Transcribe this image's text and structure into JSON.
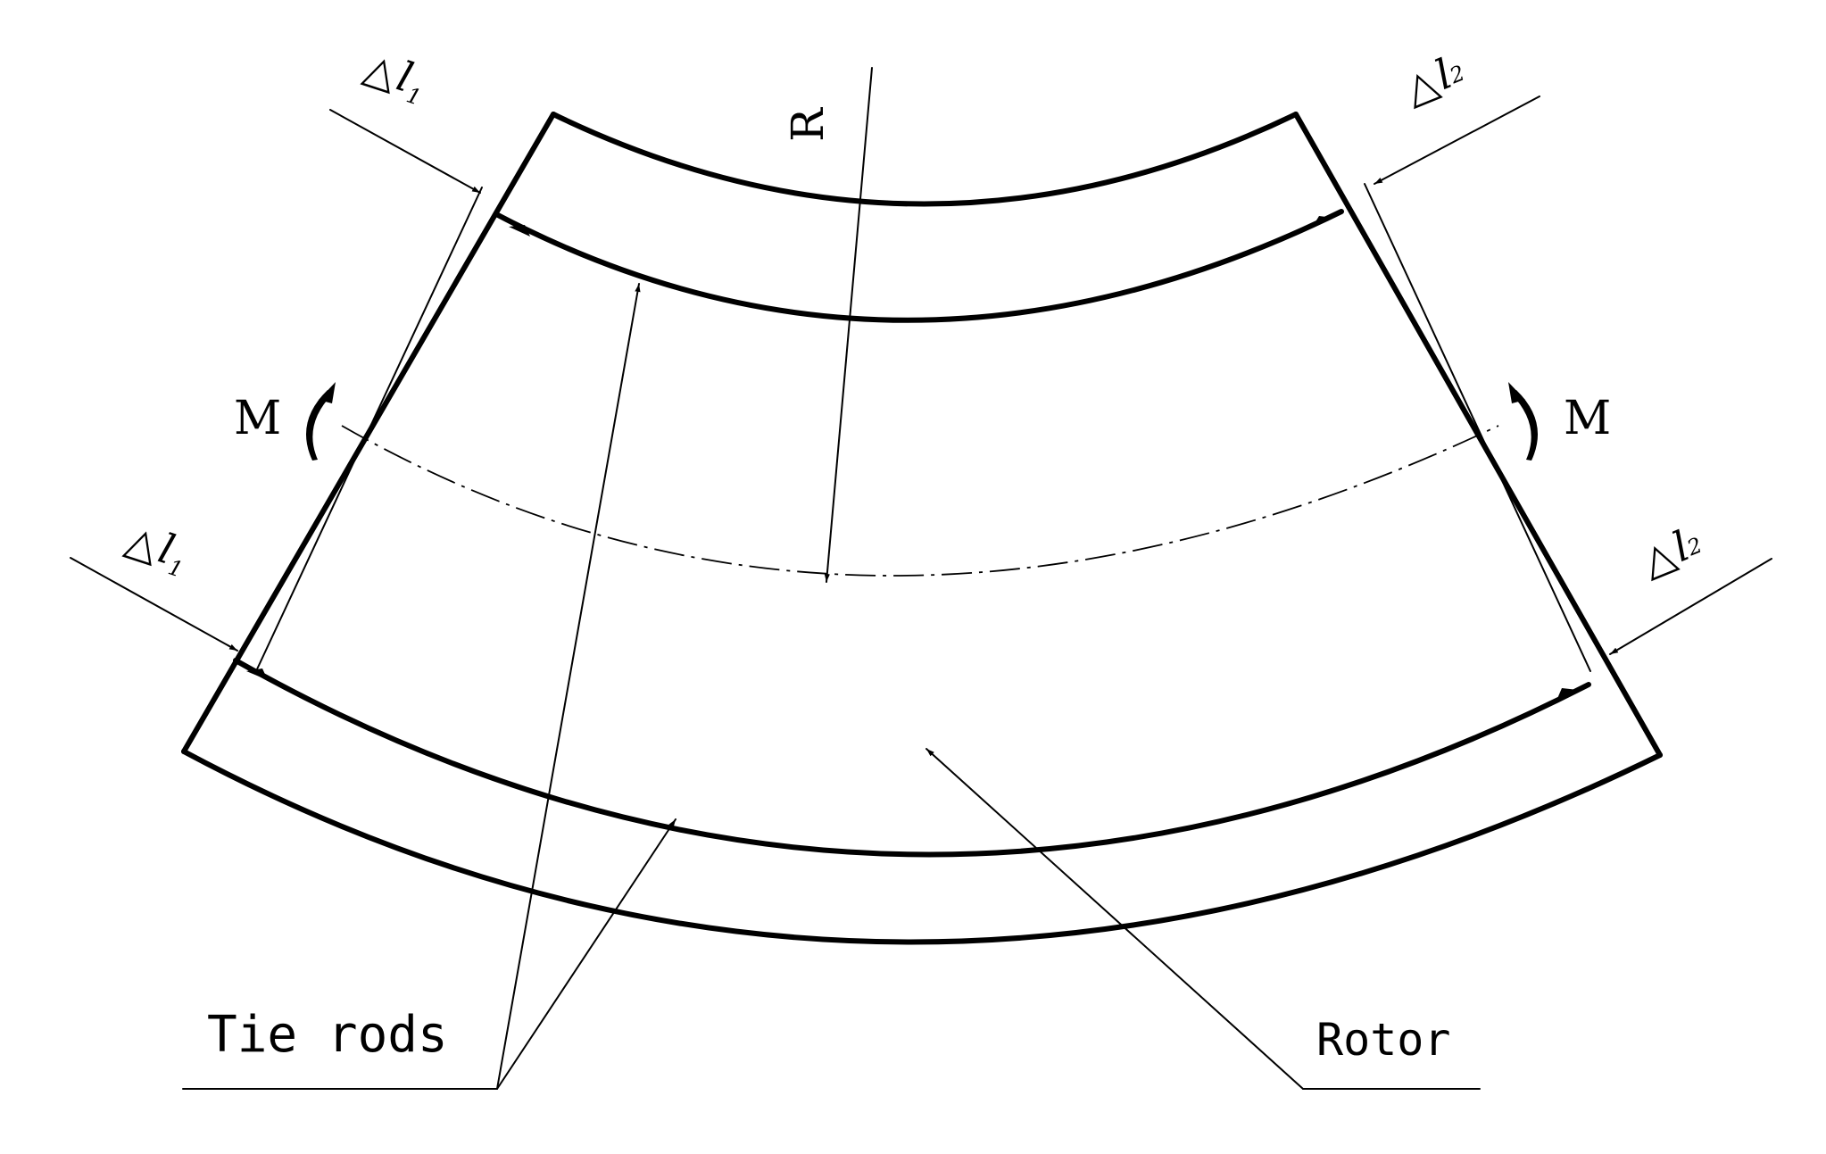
{
  "labels": {
    "radius": "R",
    "moment_left": "M",
    "moment_right": "M",
    "tie_rods": "Tie rods",
    "rotor": "Rotor",
    "delta_symbol": "△",
    "delta_l1_var": "l",
    "delta_l1_sub": "1",
    "delta_l2_var": "l",
    "delta_l2_sub": "2"
  }
}
